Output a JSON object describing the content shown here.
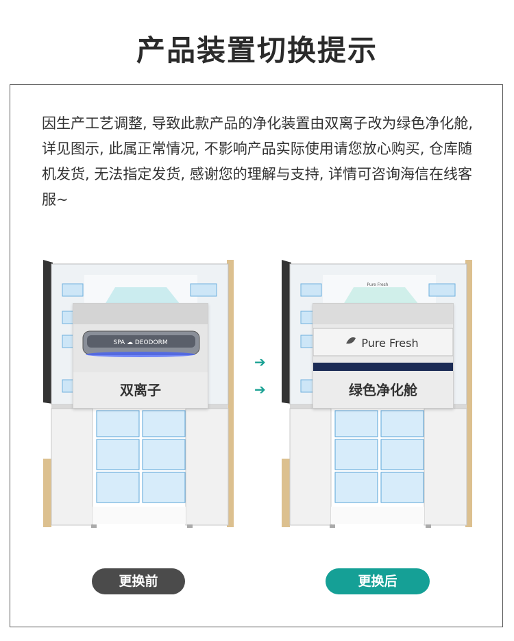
{
  "title": "产品装置切换提示",
  "notice": "因生产工艺调整, 导致此款产品的净化装置由双离子改为绿色净化舱, 详见图示, 此属正常情况, 不影响产品实际使用请您放心购买, 仓库随机发货, 无法指定发货, 感谢您的理解与支持, 详情可咨询海信在线客服~",
  "before": {
    "callout_label": "双离子",
    "button_label": "更换前",
    "device_text": "SPA  ☁  DEODORM"
  },
  "after": {
    "callout_label": "绿色净化舱",
    "button_label": "更换后",
    "device_text": "Pure Fresh",
    "shelf_logo": "Pure Fresh"
  },
  "arrow_symbol": "➔",
  "colors": {
    "accent": "#15a096",
    "before_button": "#4b4b4b",
    "gold_trim": "#dcc08f"
  }
}
